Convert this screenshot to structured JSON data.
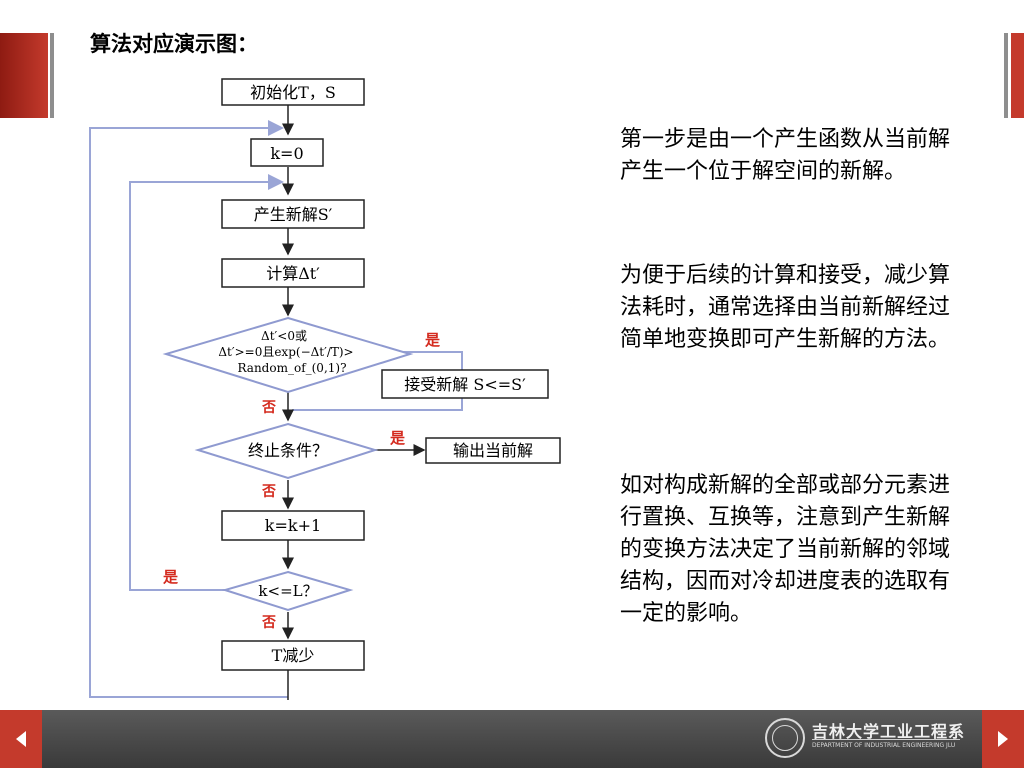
{
  "title": "算法对应演示图：",
  "flowchart": {
    "init": "初始化T，S",
    "k0": "k=0",
    "newsol": "产生新解S′",
    "calc": "计算Δt′",
    "cond_line1": "Δt′<0或",
    "cond_line2": "Δt′>=0且exp(−Δt′/T)>",
    "cond_line3": "Random_of_(0,1)?",
    "accept": "接受新解 S<=S′",
    "stop": "终止条件？",
    "output": "输出当前解",
    "kinc": "k=k+1",
    "kle": "k<=L？",
    "tdec": "T减少",
    "yes1": "是",
    "no1": "否",
    "yes2": "是",
    "no2": "否",
    "yes3": "是",
    "no3": "否"
  },
  "paragraphs": {
    "p1": "第一步是由一个产生函数从当前解产生一个位于解空间的新解。",
    "p2": "为便于后续的计算和接受，减少算法耗时，通常选择由当前新解经过简单地变换即可产生新解的方法。",
    "p3": "如对构成新解的全部或部分元素进行置换、互换等，注意到产生新解的变换方法决定了当前新解的邻域结构，因而对冷却进度表的选取有一定的影响。"
  },
  "footer": {
    "logo_text": "吉林大学工业工程系",
    "logo_sub": "DEPARTMENT OF INDUSTRIAL ENGINEERING JLU"
  },
  "colors": {
    "accent_red": "#c43a2c",
    "flow_line": "#9aa5d6",
    "diamond": "#8f9ad0",
    "label_red": "#d42a1e"
  }
}
